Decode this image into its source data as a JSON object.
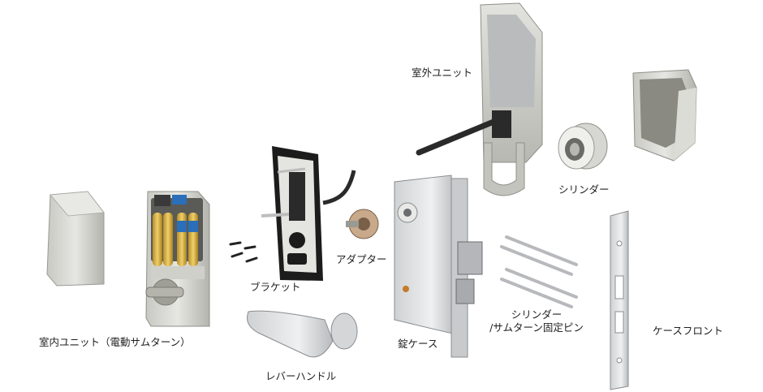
{
  "labels": {
    "outdoor_unit": "室外ユニット",
    "cylinder": "シリンダー",
    "adapter": "アダプター",
    "bracket": "ブラケット",
    "indoor_unit": "室内ユニット（電動サムターン）",
    "lever_handle": "レバーハンドル",
    "lock_case": "錠ケース",
    "pin_line1": "シリンダー",
    "pin_line2": "/サムターン固定ピン",
    "case_front": "ケースフロント"
  },
  "colors": {
    "metal_light": "#d8d8d4",
    "metal_mid": "#b9b9b3",
    "metal_dark": "#8f8f88",
    "battery_gold": "#d9b347",
    "battery_blue": "#2a6fb8",
    "bracket_black": "#1c1c1c",
    "cable": "#2a2a2a"
  }
}
